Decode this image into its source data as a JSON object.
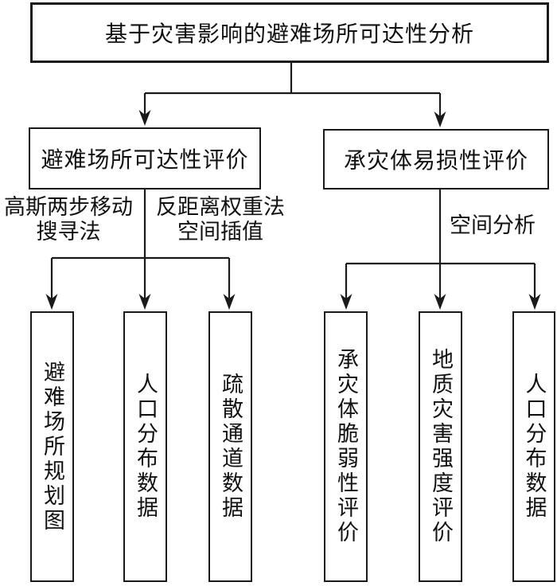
{
  "diagram": {
    "title": "基于灾害影响的避难场所可达性分析",
    "level2": {
      "left": "避难场所可达性评价",
      "right": "承灾体易损性评价"
    },
    "edge_labels": {
      "gaussian_two_step_line1": "高斯两步移动",
      "gaussian_two_step_line2": "搜寻法",
      "idw_line1": "反距离权重法",
      "idw_line2": "空间插值",
      "spatial_analysis": "空间分析"
    },
    "leaves": {
      "left": [
        "避难场所规划图",
        "人口分布数据",
        "疏散通道数据"
      ],
      "right": [
        "承灾体脆弱性评价",
        "地质灾害强度评价",
        "人口分布数据"
      ]
    },
    "colors": {
      "line": "#1a1a1a",
      "background": "#ffffff"
    }
  }
}
